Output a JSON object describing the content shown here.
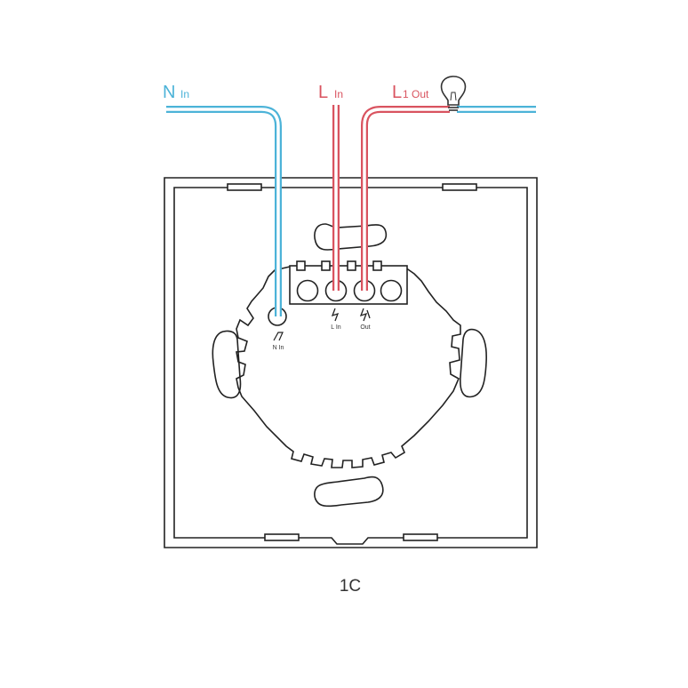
{
  "labels": {
    "neutral_main": "N",
    "neutral_sub": "In",
    "live_main": "L",
    "live_sub": "In",
    "load_main": "L",
    "load_sub": "1 Out",
    "terminal_n": "N In",
    "terminal_l": "L In",
    "terminal_out": "Out",
    "model": "1C"
  },
  "colors": {
    "neutral_wire": "#4cb3d8",
    "live_wire": "#d9535f",
    "wire_fill": "#ffffff",
    "outline": "#222222"
  },
  "icons": {
    "load": "light-bulb-icon",
    "terminal": "lightning-icon"
  }
}
